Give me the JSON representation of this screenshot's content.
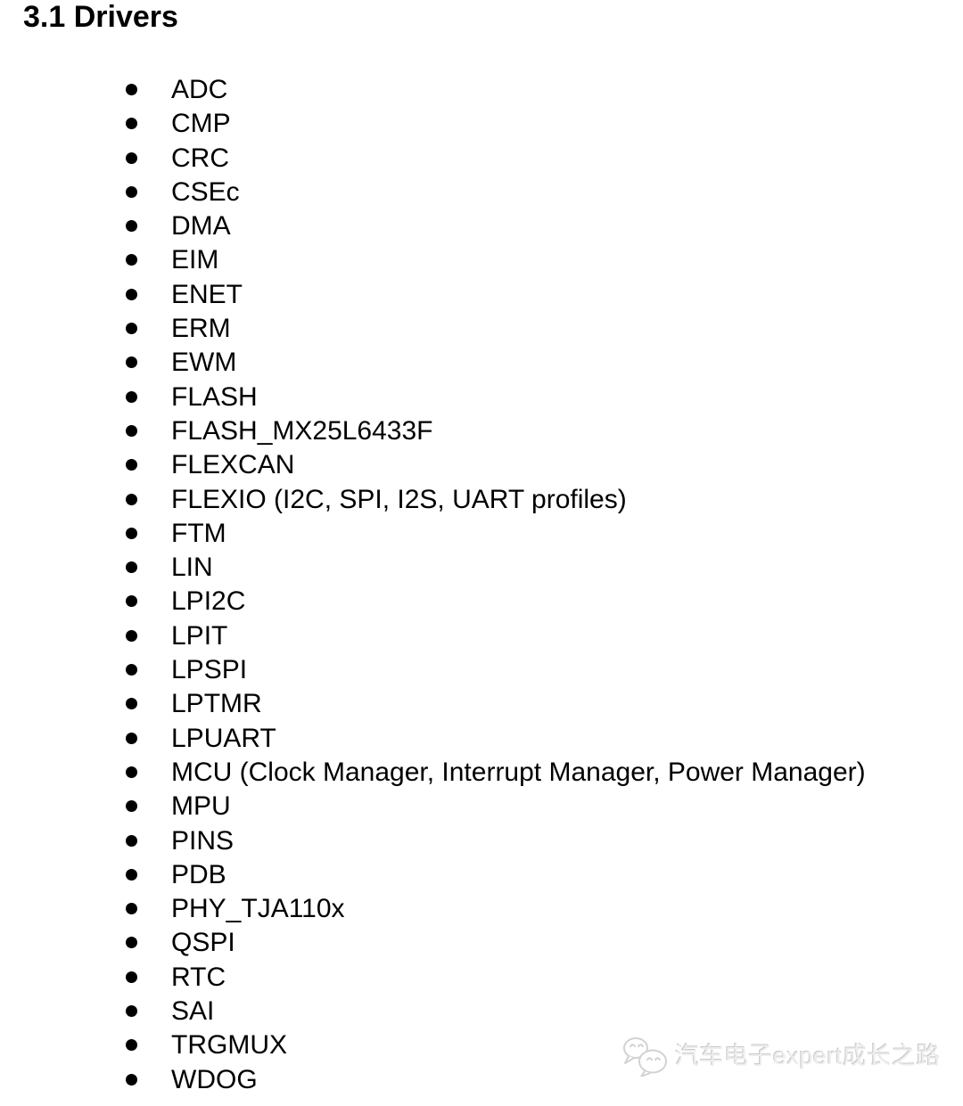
{
  "document": {
    "heading": "3.1 Drivers",
    "drivers": [
      "ADC",
      "CMP",
      "CRC",
      "CSEc",
      "DMA",
      "EIM",
      "ENET",
      "ERM",
      "EWM",
      "FLASH",
      "FLASH_MX25L6433F",
      "FLEXCAN",
      "FLEXIO (I2C, SPI, I2S, UART profiles)",
      "FTM",
      "LIN",
      "LPI2C",
      "LPIT",
      "LPSPI",
      "LPTMR",
      "LPUART",
      "MCU (Clock Manager, Interrupt Manager, Power Manager)",
      "MPU",
      "PINS",
      "PDB",
      "PHY_TJA110x",
      "QSPI",
      "RTC",
      "SAI",
      "TRGMUX",
      "WDOG"
    ]
  },
  "watermark": {
    "icon": "wechat-icon",
    "text": "汽车电子expert成长之路"
  },
  "colors": {
    "text": "#000000",
    "background": "#ffffff",
    "watermark_gray": "#cccccc",
    "watermark_fill": "#ededed"
  }
}
